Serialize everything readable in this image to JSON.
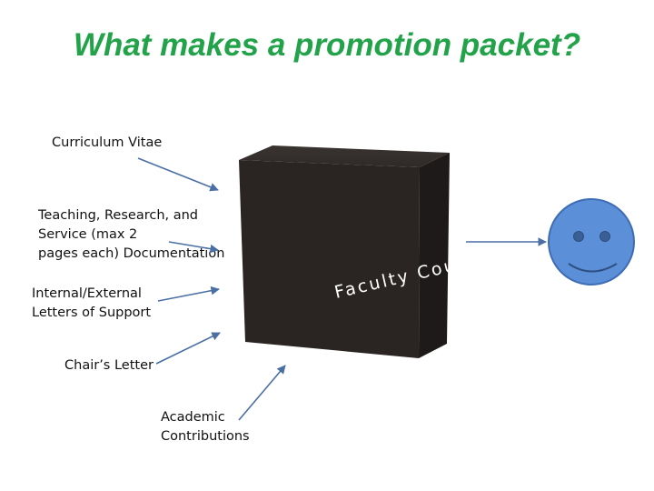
{
  "slide": {
    "title": "What makes a promotion packet?"
  },
  "inputs": {
    "cv": "Curriculum Vitae",
    "documentation": [
      "Teaching, Research, and",
      "Service (max 2",
      "pages each) Documentation"
    ],
    "letters_of_support": [
      "Internal/External",
      "Letters of Support"
    ],
    "chairs_letter": "Chair’s Letter",
    "academic_contributions": [
      "Academic",
      "Contributions"
    ]
  },
  "cube": {
    "label": "Faculty Council",
    "color": "#2a2523"
  },
  "outcome": {
    "icon": "smiley-face-icon",
    "fill": "#5b8fd8"
  },
  "colors": {
    "title": "#22a34a",
    "arrow": "#4a6fa5"
  }
}
